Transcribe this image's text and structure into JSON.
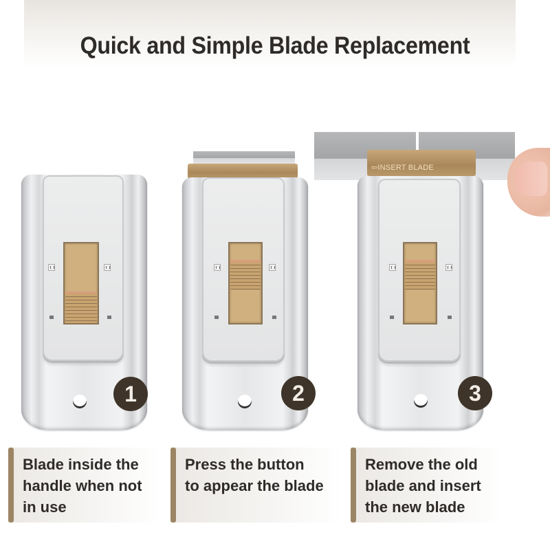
{
  "header": {
    "title": "Quick and Simple Blade Replacement"
  },
  "steps": [
    {
      "number": "1",
      "state": "blade retracted",
      "caption": "Blade inside the\nhandle when not\nin use"
    },
    {
      "number": "2",
      "state": "blade extended",
      "caption": "Press the button\nto appear the blade"
    },
    {
      "number": "3",
      "state": "blade being replaced",
      "blade_label": "⇦INSERT BLADE",
      "caption": "Remove the old\nblade and insert\nthe new blade"
    }
  ],
  "colors": {
    "title_text": "#2e2b29",
    "badge_bg": "#3e3429",
    "caption_bar": "#9c8564",
    "brass": "#b99869"
  }
}
